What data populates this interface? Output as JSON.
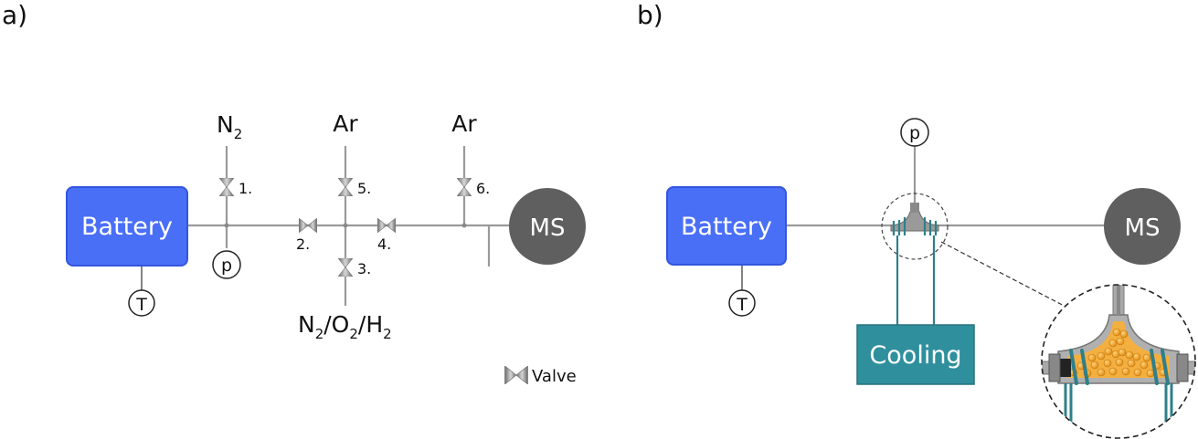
{
  "panel_a": {
    "label": "a)",
    "battery": "Battery",
    "ms": "MS",
    "temp_sensor": "T",
    "pressure_sensor": "p",
    "gas_n2": {
      "base": "N",
      "sub": "2"
    },
    "gas_ar_1": "Ar",
    "gas_ar_2": "Ar",
    "gas_mix": {
      "n": "N",
      "s1": "2",
      "o": "/O",
      "s2": "2",
      "h": "/H",
      "s3": "2"
    },
    "valves": [
      "1.",
      "2.",
      "3.",
      "4.",
      "5.",
      "6."
    ],
    "legend_valve": "Valve"
  },
  "panel_b": {
    "label": "b)",
    "battery": "Battery",
    "ms": "MS",
    "temp_sensor": "T",
    "pressure_sensor": "p",
    "cooling": "Cooling"
  },
  "colors": {
    "battery": "#4a6ff7",
    "battery_border": "#3355dd",
    "ms": "#5f5f5f",
    "cooling": "#2f8f9d",
    "pipe": "#9a9a9a",
    "particles": "#f0a020"
  }
}
